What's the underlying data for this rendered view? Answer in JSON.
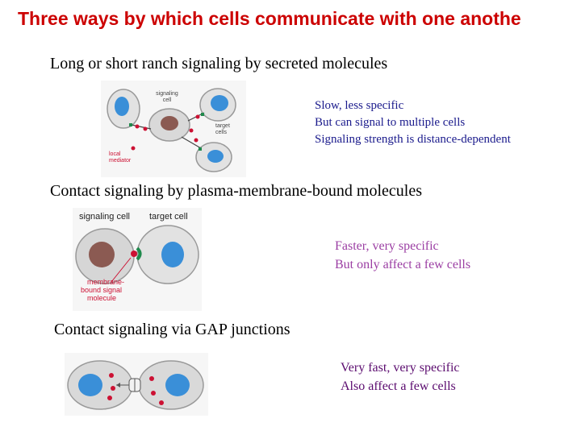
{
  "title": "Three ways by which cells communicate with one anothe",
  "sections": [
    {
      "heading": "Long or short ranch signaling by secreted molecules",
      "notes": [
        "Slow, less specific",
        "But can signal to multiple cells",
        "Signaling strength is distance-dependent"
      ],
      "figure": {
        "signaling_label": "signaling\ncell",
        "target_label": "target\ncells",
        "mediator_label": "local\nmediator"
      }
    },
    {
      "heading": "Contact signaling by plasma-membrane-bound molecules",
      "notes": [
        "Faster, very specific",
        "But only affect a few cells"
      ],
      "figure": {
        "signaling_label": "signaling cell",
        "target_label": "target cell",
        "molecule_label": "membrane-\nbound signal\nmolecule"
      }
    },
    {
      "heading": "Contact signaling via GAP junctions",
      "notes": [
        "Very fast, very specific",
        "Also affect a few cells"
      ]
    }
  ],
  "colors": {
    "title": "#cc0000",
    "nucleus_blue": "#3a8fd8",
    "nucleus_brown": "#8b5a52",
    "signal_red": "#cc1133",
    "receptor_green": "#1f8a4c"
  }
}
